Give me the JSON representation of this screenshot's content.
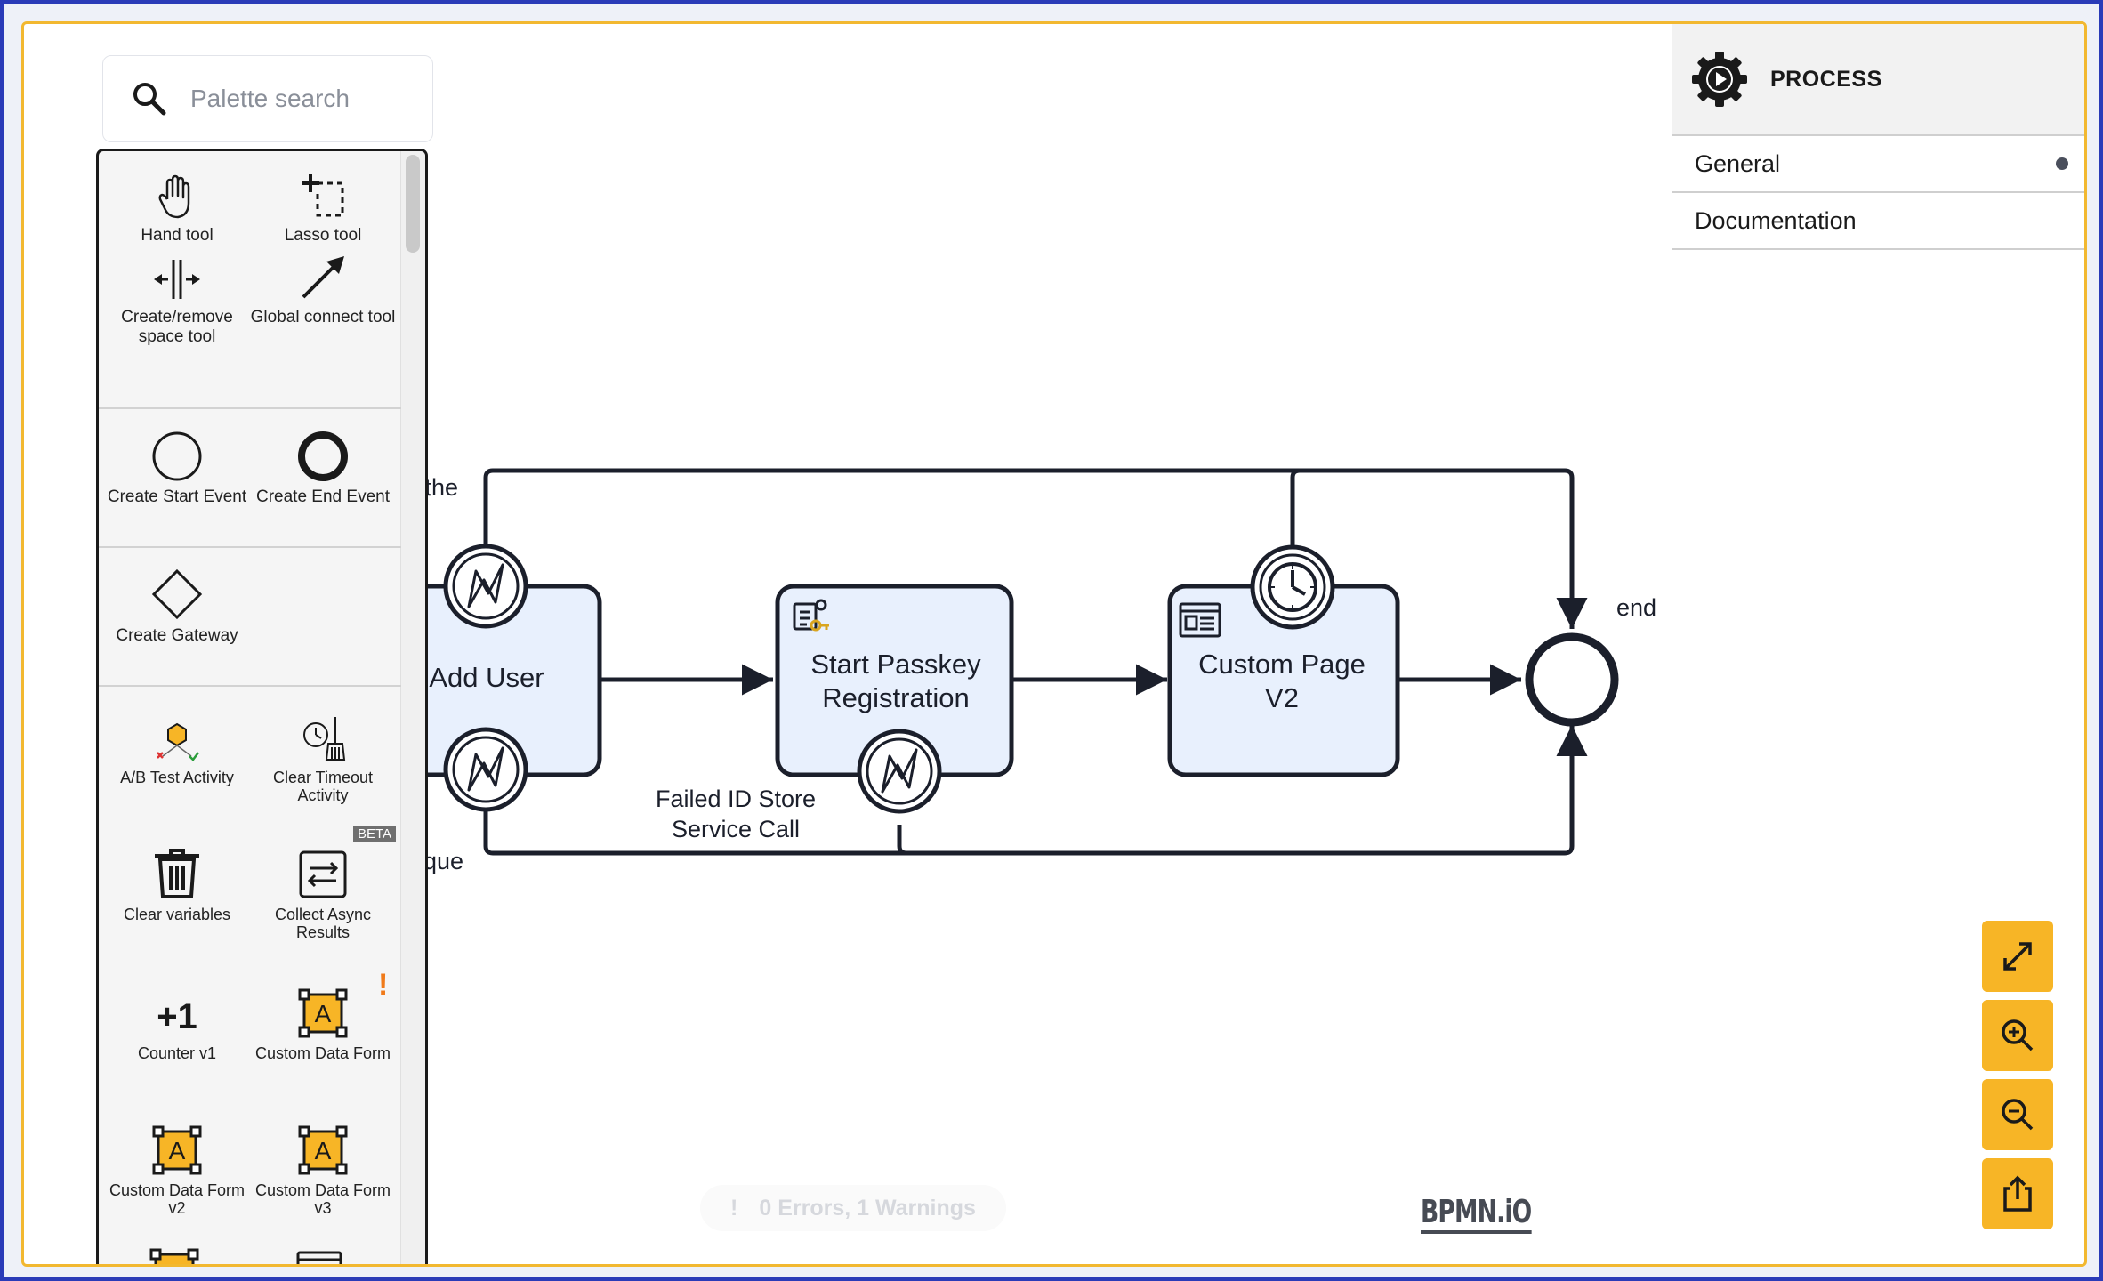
{
  "search": {
    "placeholder": "Palette search"
  },
  "palette": {
    "tools": [
      {
        "label": "Hand tool",
        "icon": "hand-icon"
      },
      {
        "label": "Lasso tool",
        "icon": "lasso-icon"
      },
      {
        "label": "Create/remove space tool",
        "icon": "space-tool-icon"
      },
      {
        "label": "Global connect tool",
        "icon": "connect-arrow-icon"
      }
    ],
    "events": [
      {
        "label": "Create Start Event",
        "icon": "start-event-icon"
      },
      {
        "label": "Create End Event",
        "icon": "end-event-icon"
      }
    ],
    "gateway": {
      "label": "Create Gateway",
      "icon": "gateway-icon"
    },
    "nodes": [
      {
        "label": "A/B Test Activity",
        "icon": "ab-test-icon"
      },
      {
        "label": "Clear Timeout Activity",
        "icon": "clear-timeout-icon"
      },
      {
        "label": "Clear variables",
        "icon": "trash-icon"
      },
      {
        "label": "Collect Async Results",
        "icon": "collect-async-icon",
        "badge": "BETA"
      },
      {
        "label": "Counter v1",
        "icon": "counter-icon",
        "icon_text": "+1"
      },
      {
        "label": "Custom Data Form",
        "icon": "custom-form-icon",
        "warning": "!"
      },
      {
        "label": "Custom Data Form v2",
        "icon": "custom-form-icon"
      },
      {
        "label": "Custom Data Form v3",
        "icon": "custom-form-icon"
      }
    ]
  },
  "diagram": {
    "tasks": [
      {
        "label_lines": [
          "Add User"
        ]
      },
      {
        "label_lines": [
          "Start Passkey",
          "Registration"
        ]
      },
      {
        "label_lines": [
          "Custom Page",
          "V2"
        ]
      }
    ],
    "fragments": {
      "top": "d the",
      "bottom": "nique"
    },
    "failed_label": [
      "Failed ID Store",
      "Service Call"
    ],
    "end_label": "end"
  },
  "properties": {
    "title": "PROCESS",
    "groups": [
      {
        "label": "General",
        "has_dot": true
      },
      {
        "label": "Documentation"
      }
    ]
  },
  "controls": {
    "buttons": [
      "fit-viewport-icon",
      "zoom-in-icon",
      "zoom-out-icon",
      "export-icon"
    ]
  },
  "status": {
    "text": "0 Errors, 1 Warnings",
    "icon": "!"
  },
  "logo": {
    "text": "BPMN.iO"
  },
  "colors": {
    "accent": "#f7b526",
    "task_fill": "#e8f0fd",
    "frame": "#2a3bb8"
  }
}
